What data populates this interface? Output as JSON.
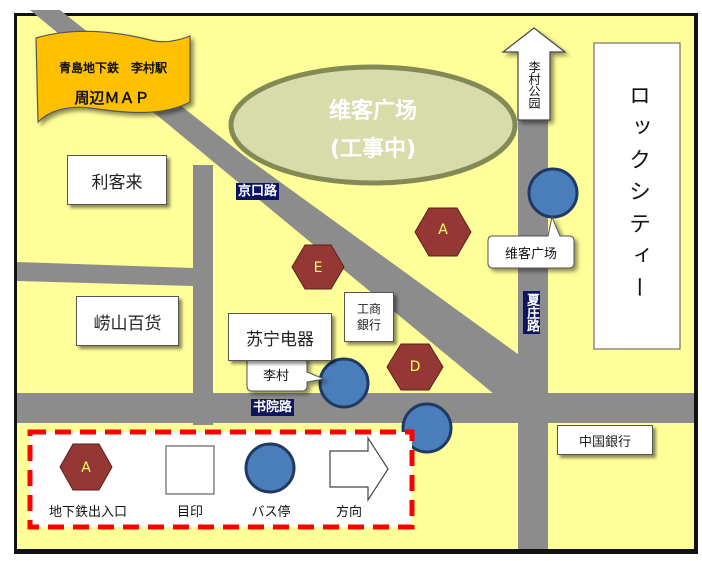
{
  "banner": {
    "line1": "青島地下鉄　李村駅",
    "line2": "周辺ＭＡＰ"
  },
  "plaza": {
    "name": "维客广场",
    "status": "(工事中)"
  },
  "landmarks": {
    "likelai": "利客来",
    "laoshan": "崂山百货",
    "suning": "苏宁电器",
    "icbc": "工商\n銀行",
    "boc": "中国銀行",
    "rock_city": "ロックシティー"
  },
  "roads": {
    "jingkou": "京口路",
    "shuyuan": "书院路",
    "xiazhuang": "夏庄路"
  },
  "arrow_park": "李村公园",
  "exits": {
    "a": "A",
    "e": "E",
    "d": "D"
  },
  "callouts": {
    "licun": "李村",
    "weike": "维客广场"
  },
  "legend": {
    "exit_symbol": "A",
    "exit_label": "地下鉄出入口",
    "mark_label": "目印",
    "bus_label": "バス停",
    "direction_label": "方向"
  },
  "colors": {
    "map_bg": "#ffff99",
    "road": "#8c8c8c",
    "exit_fill": "#953735",
    "bus_fill": "#4a7ebb",
    "banner_fill": "#ffc000",
    "plaza_fill": "#d8dcab",
    "legend_border": "#ff0000",
    "road_tag": "#0d1460"
  }
}
